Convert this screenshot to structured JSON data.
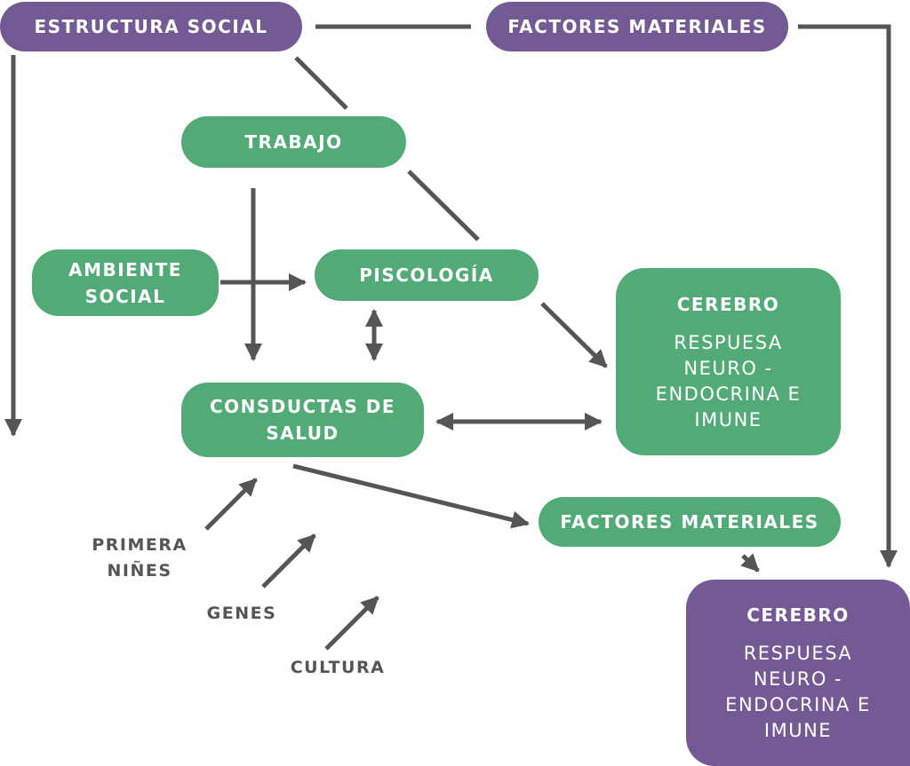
{
  "nodes": {
    "estructura_social": "ESTRUCTURA SOCIAL",
    "factores_materiales_top": "FACTORES MATERIALES",
    "trabajo": "TRABAJO",
    "ambiente_social": "AMBIENTE SOCIAL",
    "psicologia": "PISCOLOGÍA",
    "cerebro_green": {
      "title": "CEREBRO",
      "body": "RESPUESA NEURO - ENDOCRINA E IMUNE"
    },
    "conductas_salud": "CONSDUCTAS DE SALUD",
    "factores_materiales_mid": "FACTORES MATERIALES",
    "cerebro_purple": {
      "title": "CEREBRO",
      "body": "RESPUESA NEURO - ENDOCRINA E IMUNE"
    }
  },
  "labels": {
    "primera_ninez": "PRIMERA NIÑES",
    "genes": "GENES",
    "cultura": "CULTURA"
  },
  "colors": {
    "purple": "#735a94",
    "green": "#52ab77",
    "arrow": "#555555"
  }
}
